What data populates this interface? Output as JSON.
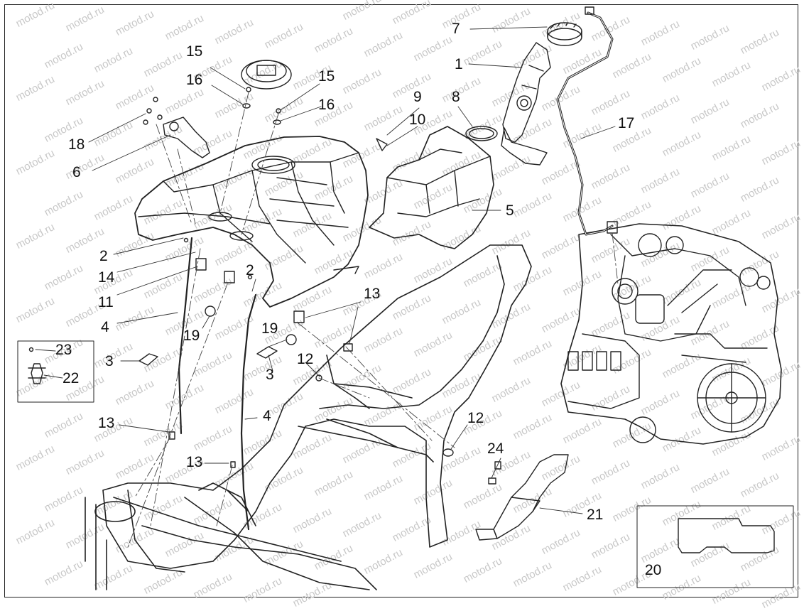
{
  "watermark": "motod.ru",
  "callouts": [
    "1",
    "2",
    "3",
    "4",
    "5",
    "6",
    "7",
    "8",
    "9",
    "10",
    "11",
    "12",
    "13",
    "14",
    "15",
    "16",
    "17",
    "18",
    "19",
    "20",
    "21",
    "22",
    "23",
    "24"
  ],
  "icons": [
    "fuel-tank",
    "fuel-cap",
    "filler-neck",
    "fuel-pump",
    "bracket",
    "frame",
    "engine",
    "hose",
    "clamp",
    "grommet",
    "screw",
    "fuel-valve",
    "pump-flange",
    "shroud",
    "plate"
  ]
}
